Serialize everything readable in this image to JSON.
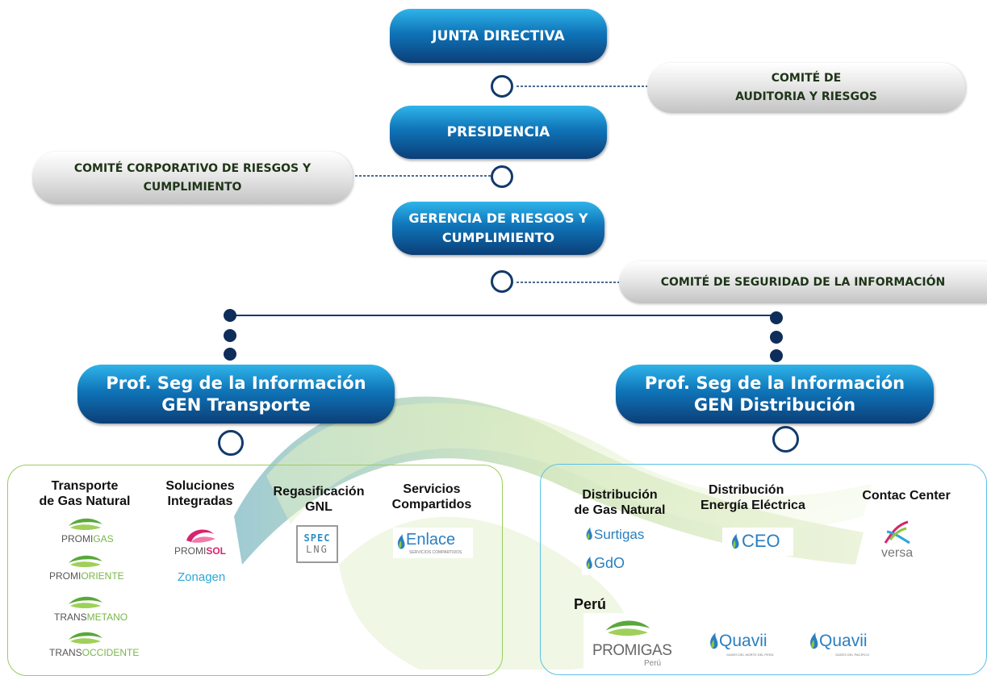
{
  "top": {
    "junta": "JUNTA DIRECTIVA",
    "presidencia": "PRESIDENCIA",
    "gerencia_line1": "GERENCIA DE RIESGOS Y",
    "gerencia_line2": "CUMPLIMIENTO"
  },
  "committees": {
    "auditoria_line1": "COMITÉ DE",
    "auditoria_line2": "AUDITORIA Y RIESGOS",
    "corporativo_line1": "COMITÉ CORPORATIVO DE RIESGOS Y",
    "corporativo_line2": "CUMPLIMIENTO",
    "seguridad": "COMITÉ DE SEGURIDAD DE LA INFORMACIÓN"
  },
  "branches": {
    "transporte_line1": "Prof. Seg de la Información",
    "transporte_line2": "GEN Transporte",
    "distribucion_line1": "Prof. Seg de la Información",
    "distribucion_line2": "GEN Distribución"
  },
  "transport_group": {
    "col1_line1": "Transporte",
    "col1_line2": "de Gas Natural",
    "col2_line1": "Soluciones",
    "col2_line2": "Integradas",
    "col3_line1": "Regasificación",
    "col3_line2": "GNL",
    "col4_line1": "Servicios",
    "col4_line2": "Compartidos",
    "promigas_a": "PROMI",
    "promigas_b": "GAS",
    "promioriente_a": "PROMI",
    "promioriente_b": "ORIENTE",
    "transmetano_a": "TRANS",
    "transmetano_b": "METANO",
    "transoccidente_a": "TRANS",
    "transoccidente_b": "OCCIDENTE",
    "promisol_a": "PROMI",
    "promisol_b": "SOL",
    "zonagen": "Zonagen",
    "spec_a": "SPEC",
    "spec_b": "LNG",
    "enlace": "Enlace",
    "enlace_sub": "SERVICIOS COMPARTIDOS"
  },
  "distribution_group": {
    "col1_line1": "Distribución",
    "col1_line2": "de Gas Natural",
    "col2_line1": "Distribución",
    "col2_line2": "Energía Eléctrica",
    "col3": "Contac Center",
    "surtigas": "Surtigas",
    "gdo": "GdO",
    "ceo": "CEO",
    "versa": "versa",
    "peru": "Perú",
    "promigas_peru": "PROMIGAS",
    "promigas_peru_sub": "Perú",
    "quavii": "Quavii",
    "quavii_sub_a": "GASES DEL NORTE DEL PERÚ",
    "quavii_sub_b": "GASES DEL PACÍFICO"
  },
  "colors": {
    "navy": "#0b3f78",
    "blue_light": "#2fb4ea",
    "ring": "#123a6b",
    "green": "#8dc63f",
    "promi_green": "#7ab648",
    "pink": "#d6246e",
    "teal": "#2aa7d8"
  }
}
